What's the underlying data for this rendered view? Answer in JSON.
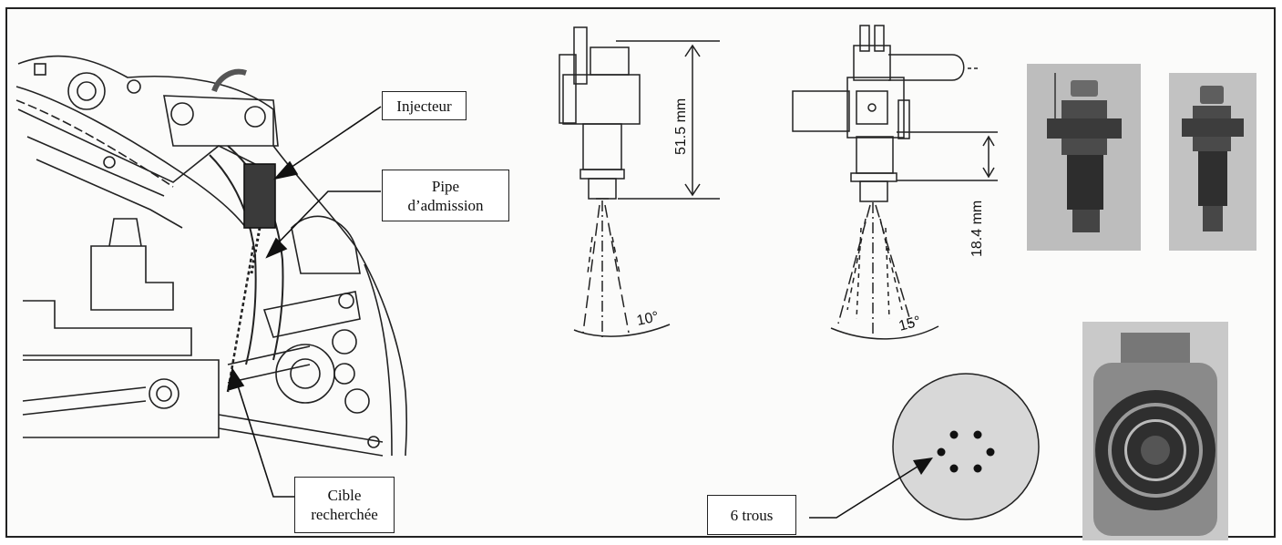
{
  "callouts": {
    "injecteur": "Injecteur",
    "pipe_line1": "Pipe",
    "pipe_line2": "d’admission",
    "cible_line1": "Cible",
    "cible_line2": "recherchée",
    "trous": "6 trous"
  },
  "dimensions": {
    "injector_a_length": "51.5 mm",
    "injector_a_angle": "10°",
    "injector_b_length": "18.4 mm",
    "injector_b_angle": "15°"
  }
}
